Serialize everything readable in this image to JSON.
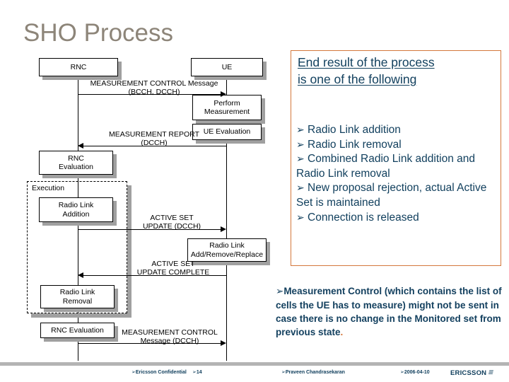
{
  "slide": {
    "title": "SHO Process"
  },
  "diagram": {
    "name": "sho-sequence-diagram",
    "actors": [
      {
        "id": "rnc",
        "label": "RNC"
      },
      {
        "id": "ue",
        "label": "UE"
      }
    ],
    "nodes": [
      {
        "id": "perform-measurement",
        "lines": [
          "Perform",
          "Measurement"
        ]
      },
      {
        "id": "ue-evaluation",
        "lines": [
          "UE Evaluation"
        ]
      },
      {
        "id": "rnc-evaluation-1",
        "lines": [
          "RNC",
          "Evaluation"
        ]
      },
      {
        "id": "radio-link-addition",
        "lines": [
          "Radio Link",
          "Addition"
        ]
      },
      {
        "id": "radio-link-add-remove-replace",
        "lines": [
          "Radio Link",
          "Add/Remove/Replace"
        ]
      },
      {
        "id": "radio-link-removal",
        "lines": [
          "Radio Link",
          "Removal"
        ]
      },
      {
        "id": "rnc-evaluation-2",
        "lines": [
          "RNC Evaluation"
        ]
      }
    ],
    "execution_group_label": "Execution",
    "messages": [
      {
        "id": "measurement-control",
        "lines": [
          "MEASUREMENT CONTROL Message",
          "(BCCH, DCCH)"
        ],
        "direction": "right"
      },
      {
        "id": "measurement-report",
        "lines": [
          "MEASUREMENT REPORT",
          "(DCCH)"
        ],
        "direction": "left"
      },
      {
        "id": "active-set-update",
        "lines": [
          "ACTIVE SET",
          "UPDATE (DCCH)"
        ],
        "direction": "right"
      },
      {
        "id": "active-set-update-complete",
        "lines": [
          "ACTIVE SET",
          "UPDATE COMPLETE"
        ],
        "direction": "left"
      },
      {
        "id": "measurement-control-2",
        "lines": [
          "MEASUREMENT CONTROL",
          "Message (DCCH)"
        ],
        "direction": "right"
      }
    ]
  },
  "callout": {
    "heading_line1": "End result of the process",
    "heading_line2": "is one of the following",
    "bullet_marker": "➢",
    "bullets": [
      "Radio Link addition",
      "Radio Link removal",
      "Combined Radio Link addition and Radio Link removal",
      "New proposal rejection, actual Active Set is maintained",
      "Connection is released"
    ],
    "border_color": "#d4783c",
    "text_color": "#12405e"
  },
  "note": {
    "marker": "➢",
    "text": "Measurement Control (which contains the list of cells the UE has to measure) might not be sent in case there is no change in the Monitored set from previous state",
    "period": "."
  },
  "footer": {
    "marker": "➢",
    "confidential": "Ericsson Confidential",
    "page": "14",
    "author": "Praveen Chandrasekaran",
    "date": "2006-04-10",
    "logo_text": "ERICSSON",
    "logo_mark": "≡"
  }
}
